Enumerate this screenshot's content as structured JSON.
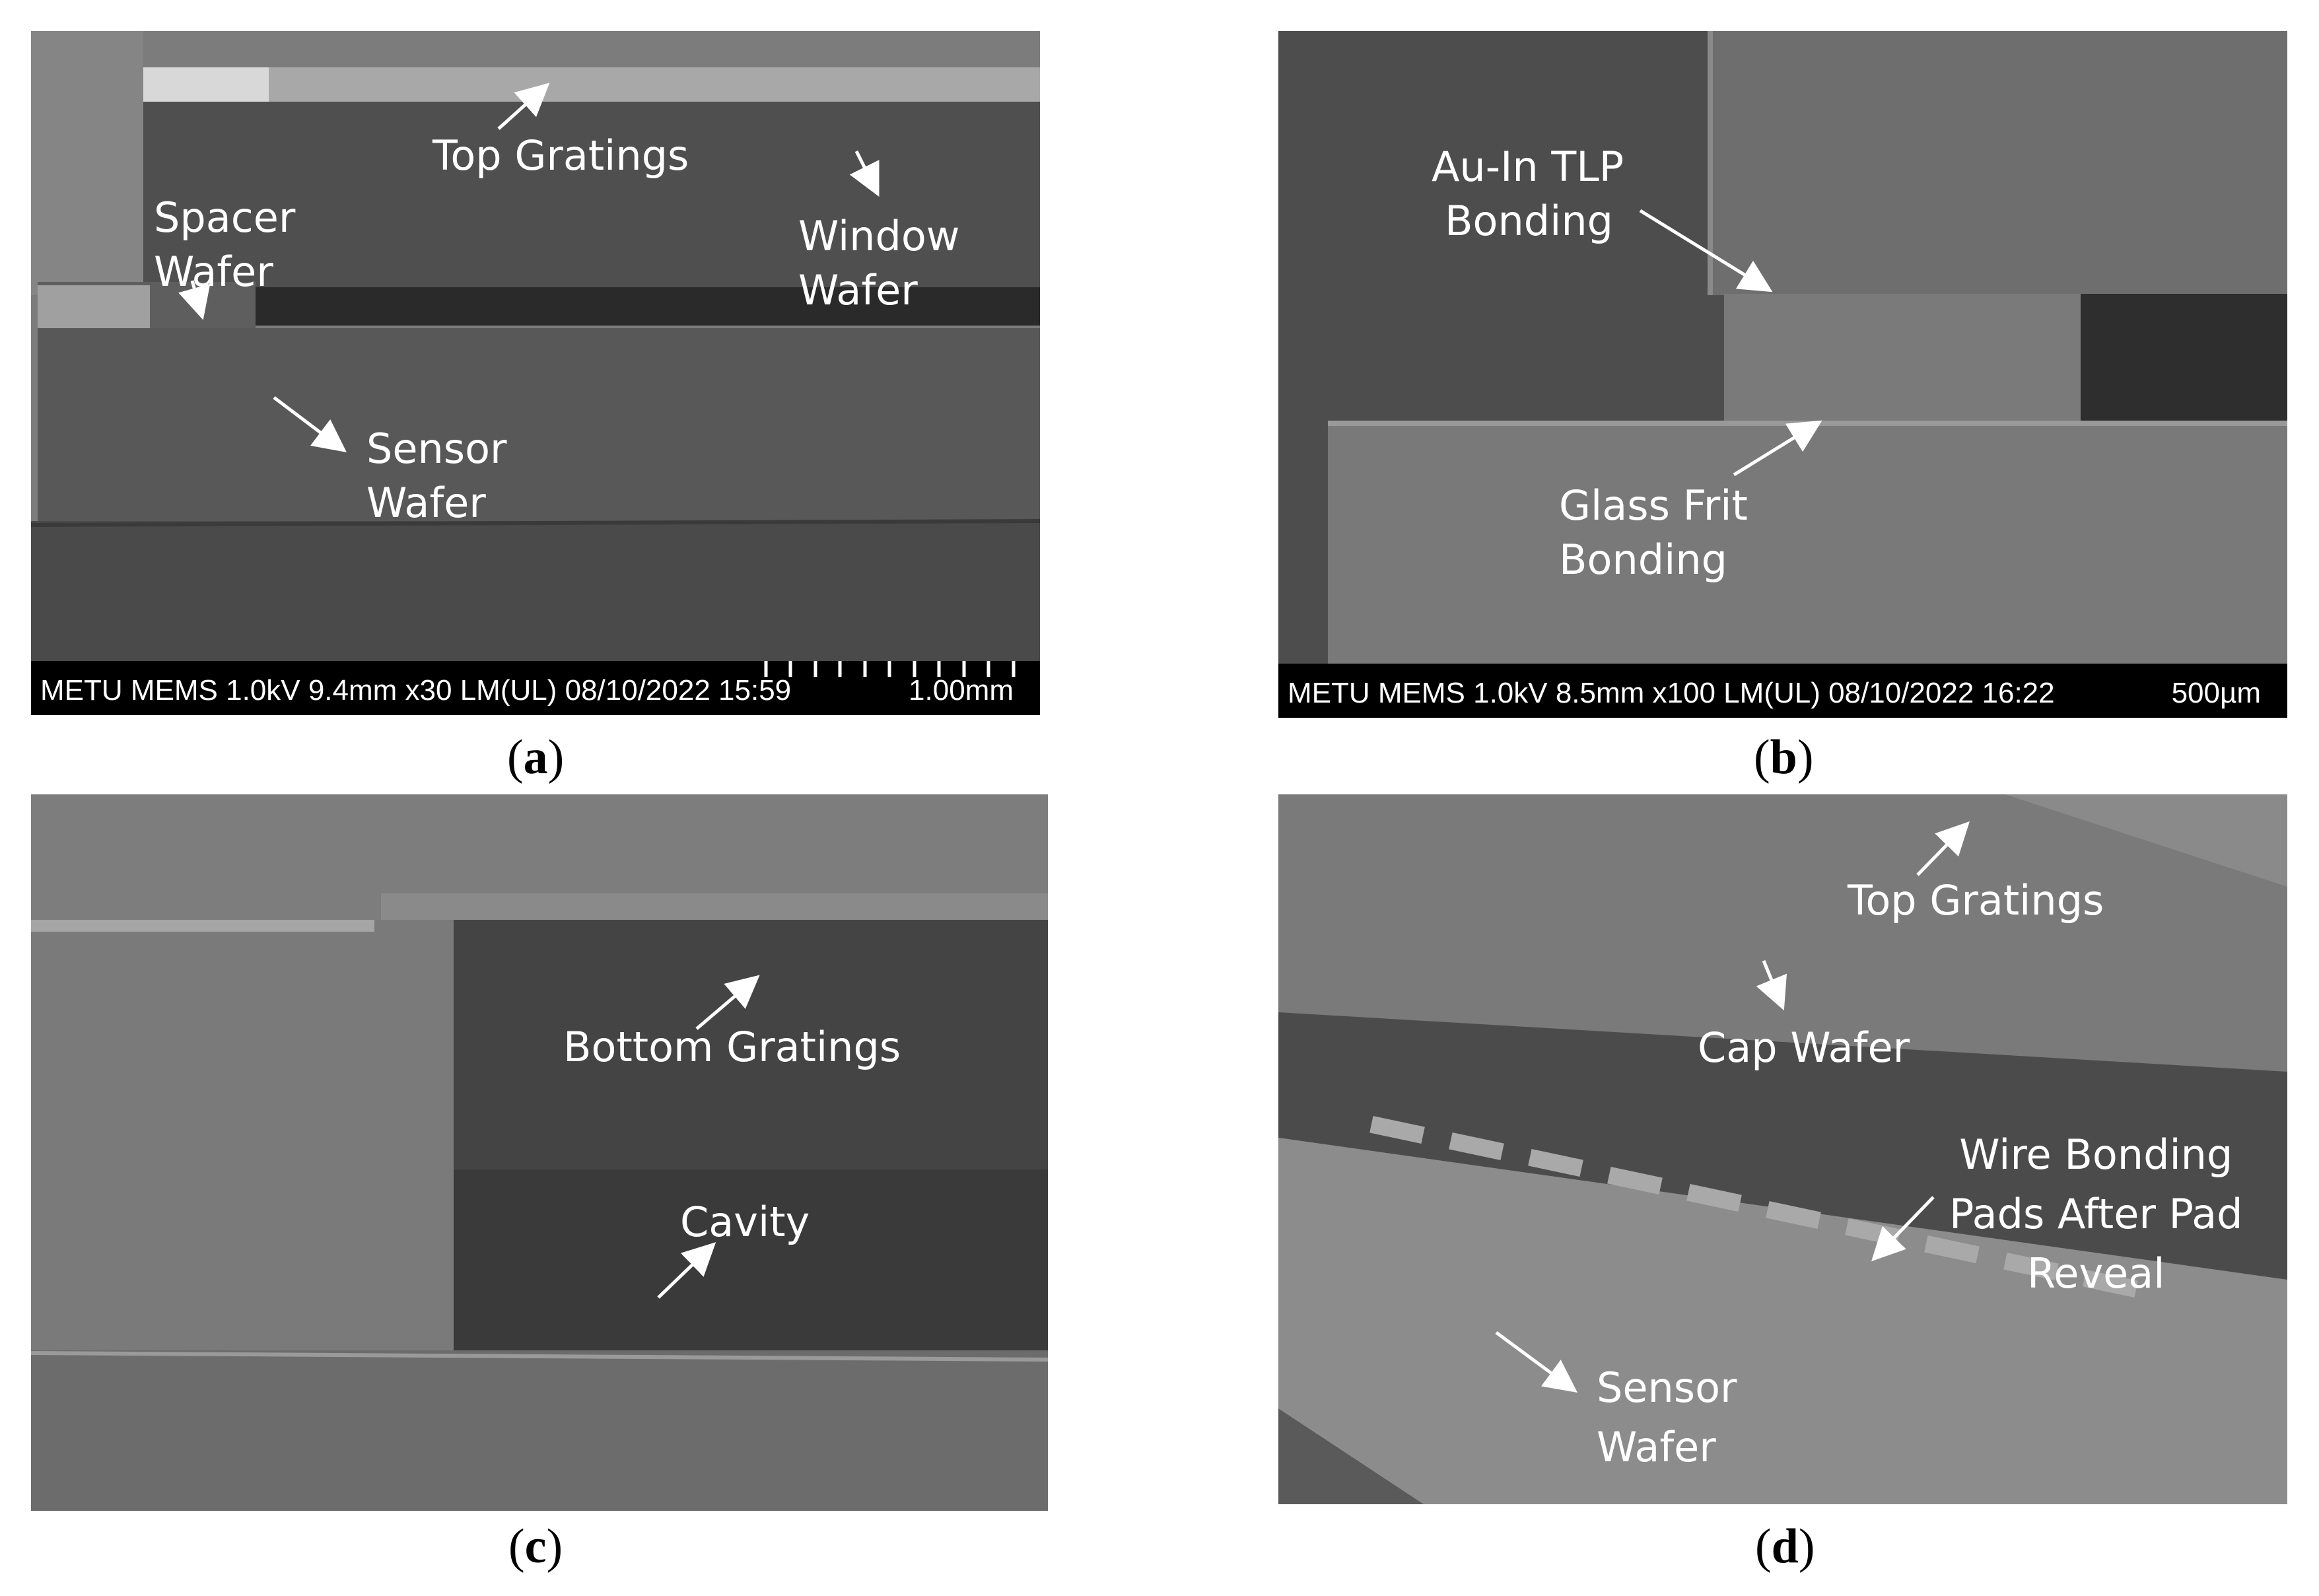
{
  "panels": {
    "a": {
      "labels": {
        "top_gratings": "Top Gratings",
        "spacer_wafer": "Spacer\nWafer",
        "window_wafer": "Window\nWafer",
        "sensor_wafer": "Sensor\nWafer"
      },
      "info_bar": "METU MEMS 1.0kV 9.4mm x30 LM(UL) 08/10/2022 15:59",
      "scale": "1.00mm",
      "caption_letter": "a"
    },
    "b": {
      "labels": {
        "au_in": "Au-In TLP\nBonding",
        "glass_frit": "Glass Frit\nBonding"
      },
      "info_bar": "METU MEMS 1.0kV 8.5mm x100 LM(UL) 08/10/2022 16:22",
      "scale": "500µm",
      "caption_letter": "b"
    },
    "c": {
      "labels": {
        "bottom_gratings": "Bottom Gratings",
        "cavity": "Cavity"
      },
      "caption_letter": "c"
    },
    "d": {
      "labels": {
        "top_gratings": "Top Gratings",
        "cap_wafer": "Cap Wafer",
        "wire_bonding": "Wire Bonding\nPads After Pad\nReveal",
        "sensor_wafer": "Sensor\nWafer"
      },
      "caption_letter": "d"
    }
  },
  "colors": {
    "arrow": "#ffffff",
    "label": "#ffffff",
    "info_bar_bg": "#000000"
  }
}
